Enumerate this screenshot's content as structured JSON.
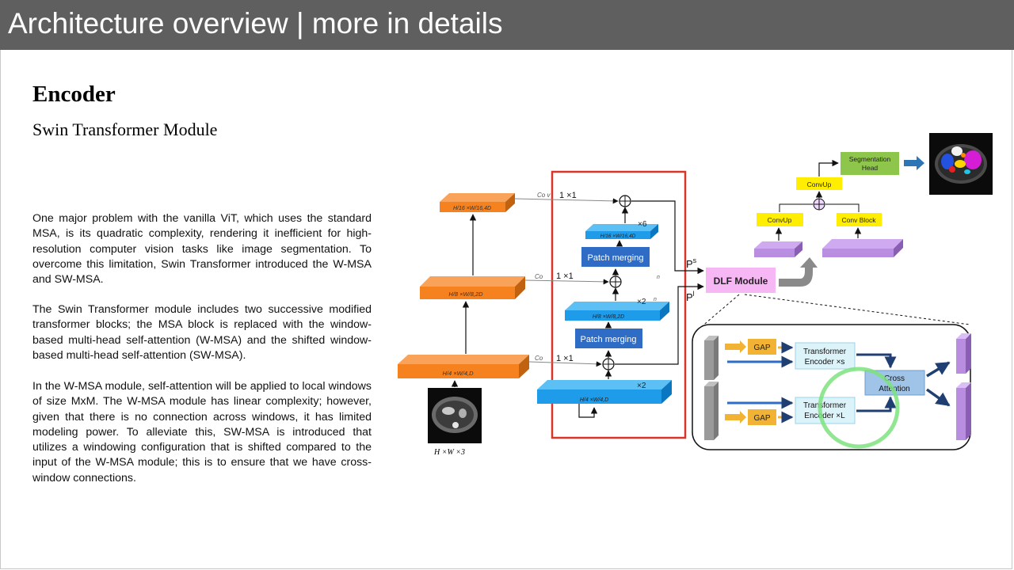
{
  "header": {
    "title": "Architecture overview | more in details"
  },
  "section": {
    "heading": "Encoder",
    "subheading": "Swin Transformer Module"
  },
  "paragraphs": [
    "One major problem with the vanilla ViT, which uses the standard MSA, is its quadratic complexity, rendering it inefficient for high-resolution computer vision tasks like image segmentation. To overcome this limitation, Swin Transformer introduced the W-MSA and SW-MSA.",
    "The Swin Transformer module includes two successive modified transformer blocks; the MSA block is replaced with the window-based multi-head self-attention (W-MSA) and the shifted window-based multi-head self-attention (SW-MSA).",
    "In the W-MSA module, self-attention will be applied to local windows of size MxM. The W-MSA module has linear complexity; however, given that there is no connection across windows, it has limited modeling power. To alleviate this, SW-MSA is introduced that utilizes a windowing configuration that is shifted compared to the input of the W-MSA module; this is to ensure that we have cross-window connections."
  ],
  "diagram": {
    "input_label": "H ×W ×3",
    "orange_blocks": [
      "H/4 ×W/4,D",
      "H/8 ×W/8,2D",
      "H/16 ×W/16,4D"
    ],
    "blue_blocks": [
      "H/4 ×W/4,D",
      "H/8 ×W/8,2D",
      "H/16 ×W/16,4D"
    ],
    "multipliers": [
      "×2",
      "×2",
      "×6"
    ],
    "conv_labels": [
      "Co",
      "Co",
      "Co v"
    ],
    "conv_kernel": "1 ×1",
    "n_labels": [
      "n",
      "n"
    ],
    "patch_merging": [
      "Patch merging",
      "Patch merging"
    ],
    "ps_label": "P",
    "ps_sup": "s",
    "pl_label": "P",
    "pl_sup": "l",
    "dlf_module": "DLF Module",
    "convup_left": "ConvUp",
    "conv_block": "Conv Block",
    "convup_top": "ConvUp",
    "segmentation_head": [
      "Segmentation",
      "Head"
    ],
    "gap": [
      "GAP",
      "GAP"
    ],
    "transformer_encoder_s": [
      "Transformer",
      "Encoder ×s"
    ],
    "transformer_encoder_l": [
      "Transformer",
      "Encoder ×L"
    ],
    "cross_attention": [
      "Cross",
      "Attention"
    ],
    "colors": {
      "orange": "#f5821f",
      "blue": "#1e9be9",
      "dark_blue_btn": "#2e6cc5",
      "red_frame": "#d9352a",
      "pink": "#f7b6f4",
      "yellow": "#ffee00",
      "purple": "#b98ee0",
      "green_head": "#8dc64a",
      "green_highlight": "#7ee27e"
    }
  }
}
